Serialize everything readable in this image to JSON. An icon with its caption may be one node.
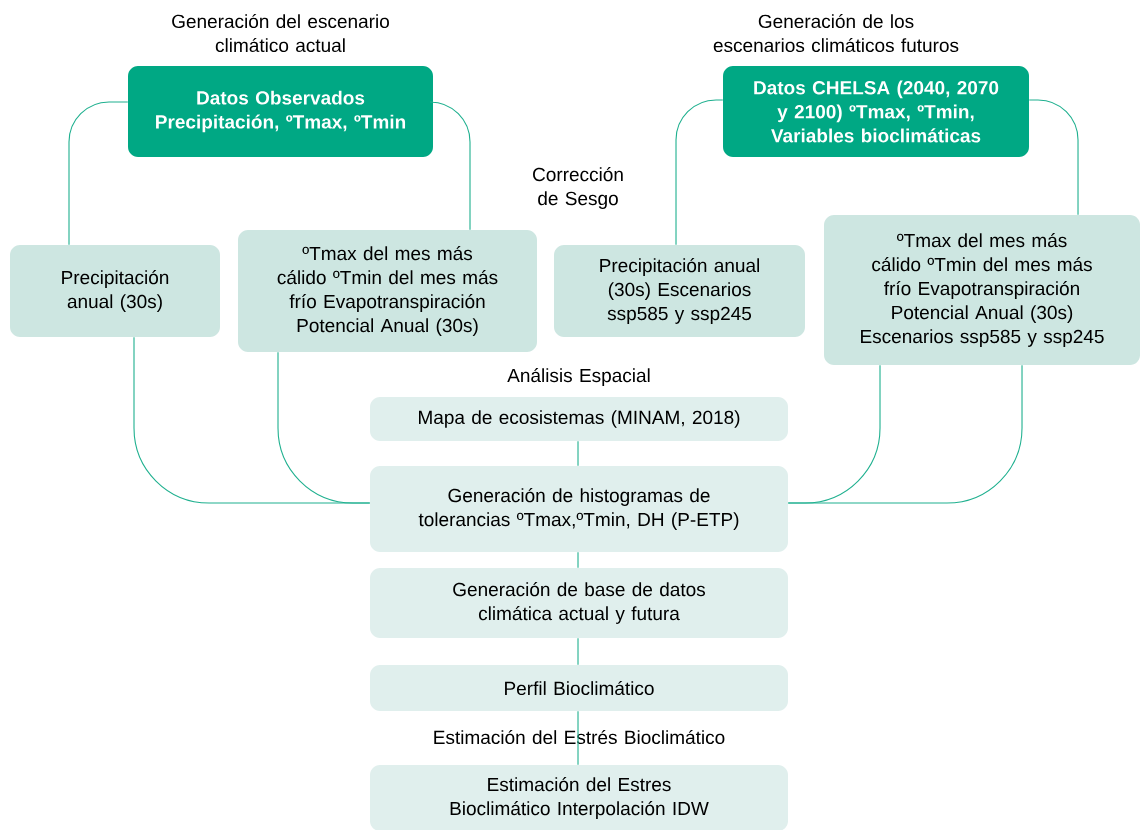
{
  "diagram": {
    "nodes": [
      {
        "text": [
          "Generación del escenario climático actual",
          "Datos Observados Precipitación, ºTmax, ºTmin"
        ]
      },
      {
        "text": [
          "Generación de los escenarios climáticos futuros",
          "Datos CHELSA (2040, 2070 y 2100) ºTmax, ºTmin, Variables bioclimáticas"
        ]
      },
      {
        "text": [
          "Precipitación anual (30s)"
        ]
      },
      {
        "text": [
          "ºTmax del mes más cálido ºTmin del mes más frío Evapotranspiración Potencial Anual (30s)"
        ]
      },
      {
        "text": [
          "Precipitación anual (30s) Escenarios ssp585 y ssp245"
        ]
      },
      {
        "text": [
          "ºTmax del mes más cálido ºTmin del mes más frío Evapotranspiración Potencial Anual (30s) Escenarios ssp585 y ssp245"
        ]
      },
      {
        "text": [
          "Análisis Espacial",
          "Mapa de ecosistemas (MINAM, 2018)"
        ]
      },
      {
        "text": [
          "Generación de histogramas de tolerancias ºTmax,ºTmin, DH (P-ETP)"
        ]
      },
      {
        "text": [
          "Generación de base de datos climática actual y futura"
        ]
      },
      {
        "text": [
          "Perfil Bioclimático"
        ]
      },
      {
        "text": [
          "Estimación del Estrés Bioclimático",
          "Estimación del Estres Bioclimático Interpolación IDW"
        ]
      }
    ],
    "edges": [
      {
        "from": 0,
        "to": 2,
        "arrow": "none"
      },
      {
        "from": 0,
        "to": 3,
        "arrow": "none"
      },
      {
        "from": 1,
        "to": 4,
        "arrow": "none",
        "label": "Corrección de Sesgo"
      },
      {
        "from": 1,
        "to": 5,
        "arrow": "none"
      },
      {
        "from": 2,
        "to": 7,
        "arrow": "none"
      },
      {
        "from": 3,
        "to": 7,
        "arrow": "none"
      },
      {
        "from": 5,
        "to": 7,
        "arrow": "none"
      },
      {
        "from": 5,
        "to": 7,
        "arrow": "none"
      },
      {
        "from": 6,
        "to": 7,
        "arrow": "none"
      },
      {
        "from": 7,
        "to": 8,
        "arrow": "none"
      },
      {
        "from": 8,
        "to": 9,
        "arrow": "none"
      },
      {
        "from": 9,
        "to": 10,
        "arrow": "none"
      }
    ]
  }
}
